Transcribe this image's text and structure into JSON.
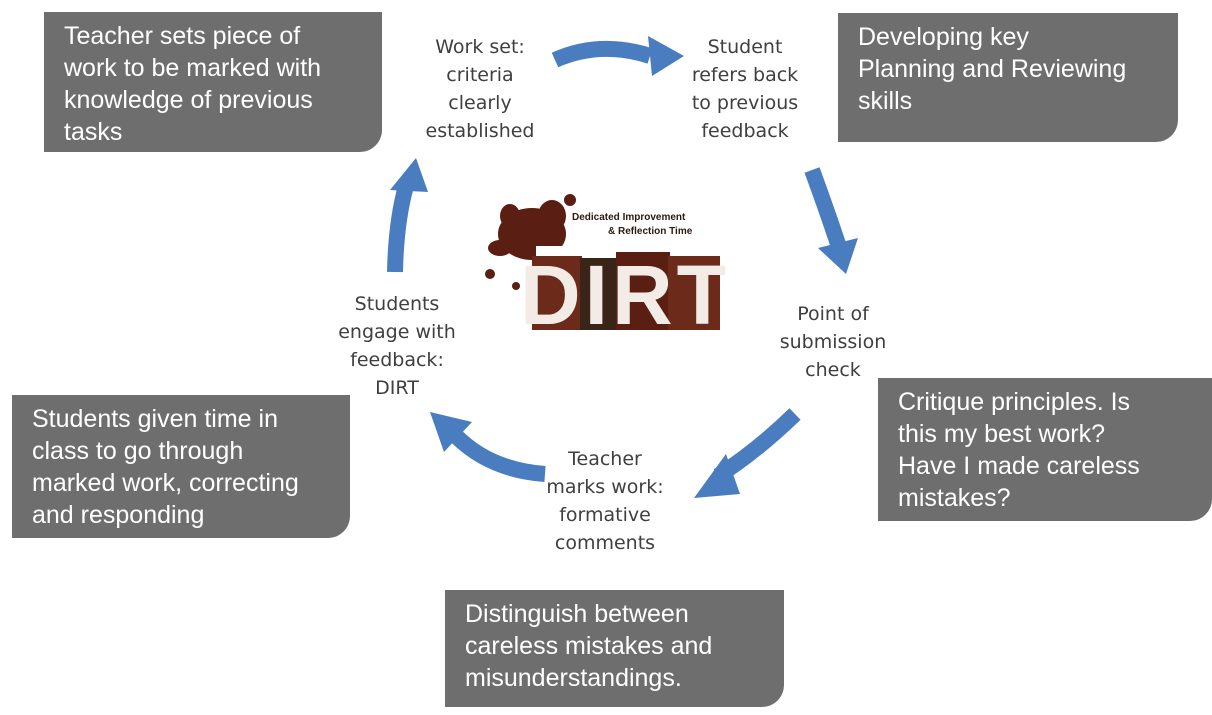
{
  "colors": {
    "arrow": "#4a7cc0",
    "note_box": "#6e6e6e",
    "stage_text": "#3f3f3f",
    "logo_brown": "#5a1e12"
  },
  "notes": {
    "teacher_sets": "Teacher sets piece of\nwork to be marked with\nknowledge of previous\ntasks",
    "developing": "Developing key\nPlanning and Reviewing\nskills",
    "critique": "Critique principles.  Is\nthis my best work?\nHave I made careless\nmistakes?",
    "students_given": "Students given time in\nclass to go through\nmarked work, correcting\nand responding",
    "distinguish": "Distinguish between\ncareless mistakes and\nmisunderstandings."
  },
  "stages": {
    "work_set": "Work set:\ncriteria\nclearly\nestablished",
    "student_refers": "Student\nrefers back\nto previous\nfeedback",
    "point_of_submission": "Point of\nsubmission\ncheck",
    "teacher_marks": "Teacher\nmarks work:\nformative\ncomments",
    "students_engage": "Students\nengage with\nfeedback:\nDIRT"
  },
  "logo": {
    "title": "DIRT",
    "subtitle_line1": "Dedicated Improvement",
    "subtitle_line2": "& Reflection Time"
  }
}
